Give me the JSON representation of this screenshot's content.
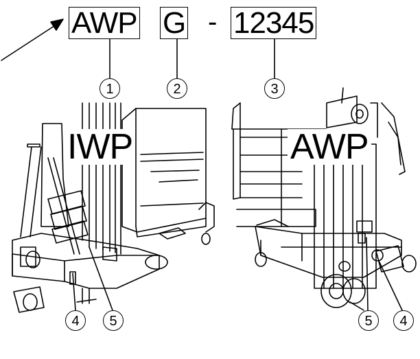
{
  "code": {
    "part1": "AWP",
    "part2": "G",
    "separator": "-",
    "part3": "12345"
  },
  "machines": {
    "left_label": "IWP",
    "right_label": "AWP"
  },
  "callouts": {
    "c1": "1",
    "c2": "2",
    "c3": "3",
    "c4_left": "4",
    "c5_left": "5",
    "c5_right": "5",
    "c4_right": "4"
  },
  "colors": {
    "line": "#000000",
    "background": "#ffffff"
  }
}
